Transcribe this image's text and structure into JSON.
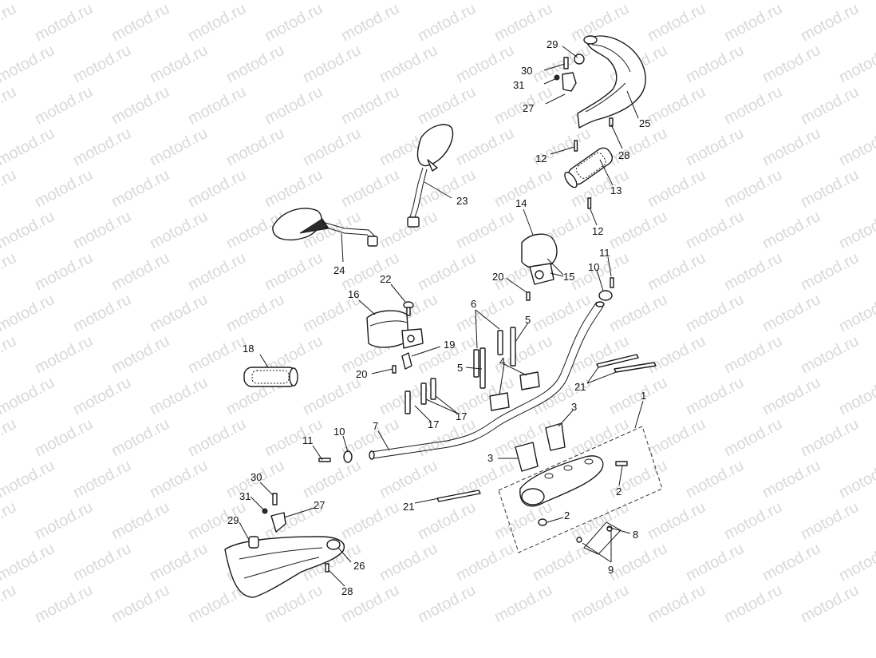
{
  "watermark": "motod.ru",
  "callouts": [
    {
      "id": "c29a",
      "text": "29"
    },
    {
      "id": "c30a",
      "text": "30"
    },
    {
      "id": "c31a",
      "text": "31"
    },
    {
      "id": "c27a",
      "text": "27"
    },
    {
      "id": "c25",
      "text": "25"
    },
    {
      "id": "c28a",
      "text": "28"
    },
    {
      "id": "c12a",
      "text": "12"
    },
    {
      "id": "c13",
      "text": "13"
    },
    {
      "id": "c23",
      "text": "23"
    },
    {
      "id": "c14",
      "text": "14"
    },
    {
      "id": "c12b",
      "text": "12"
    },
    {
      "id": "c24",
      "text": "24"
    },
    {
      "id": "c15",
      "text": "15"
    },
    {
      "id": "c20a",
      "text": "20"
    },
    {
      "id": "c11a",
      "text": "11"
    },
    {
      "id": "c10a",
      "text": "10"
    },
    {
      "id": "c22",
      "text": "22"
    },
    {
      "id": "c16",
      "text": "16"
    },
    {
      "id": "c6",
      "text": "6"
    },
    {
      "id": "c5a",
      "text": "5"
    },
    {
      "id": "c19",
      "text": "19"
    },
    {
      "id": "c18",
      "text": "18"
    },
    {
      "id": "c5b",
      "text": "5"
    },
    {
      "id": "c4",
      "text": "4"
    },
    {
      "id": "c20b",
      "text": "20"
    },
    {
      "id": "c21a",
      "text": "21"
    },
    {
      "id": "c1",
      "text": "1"
    },
    {
      "id": "c17a",
      "text": "17"
    },
    {
      "id": "c17b",
      "text": "17"
    },
    {
      "id": "c3a",
      "text": "3"
    },
    {
      "id": "c7",
      "text": "7"
    },
    {
      "id": "c11b",
      "text": "11"
    },
    {
      "id": "c10b",
      "text": "10"
    },
    {
      "id": "c3b",
      "text": "3"
    },
    {
      "id": "c2a",
      "text": "2"
    },
    {
      "id": "c30b",
      "text": "30"
    },
    {
      "id": "c21b",
      "text": "21"
    },
    {
      "id": "c31b",
      "text": "31"
    },
    {
      "id": "c27b",
      "text": "27"
    },
    {
      "id": "c2b",
      "text": "2"
    },
    {
      "id": "c29b",
      "text": "29"
    },
    {
      "id": "c8",
      "text": "8"
    },
    {
      "id": "c26",
      "text": "26"
    },
    {
      "id": "c9",
      "text": "9"
    },
    {
      "id": "c28b",
      "text": "28"
    }
  ]
}
